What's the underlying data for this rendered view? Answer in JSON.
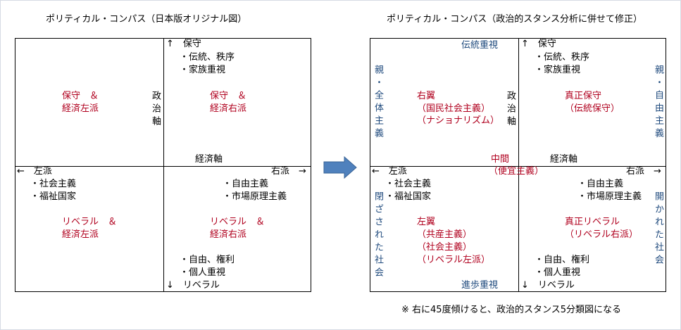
{
  "left": {
    "title": "ポリティカル・コンパス（日本版オリジナル図）",
    "political_axis": "政治軸",
    "economic_axis": "経済軸",
    "top_label": "↑　保守",
    "top_items": [
      "・伝統、秩序",
      "・家族重視"
    ],
    "bottom_items": [
      "・自由、権利",
      "・個人重視"
    ],
    "bottom_label": "↓　リベラル",
    "left_label": "←　左派",
    "right_label": "右派　→",
    "left_items": [
      "・社会主義",
      "・福祉国家"
    ],
    "right_items": [
      "・自由主義",
      "・市場原理主義"
    ],
    "quadrants": {
      "top_left": [
        "保守　＆",
        "経済左派"
      ],
      "top_right": [
        "保守　＆",
        "経済右派"
      ],
      "bottom_left": [
        "リベラル　＆",
        "経済左派"
      ],
      "bottom_right": [
        "リベラル　＆",
        "経済右派"
      ]
    }
  },
  "right": {
    "title": "ポリティカル・コンパス（政治的スタンス分析に併せて修正）",
    "tradition": "伝統重視",
    "progress": "進歩重視",
    "pro_totalitarian": "親・全体主義",
    "pro_liberal": "親・自由主義",
    "closed_society": "閉ざされた社会",
    "open_society": "開かれた社会",
    "center": "中間",
    "opportunism": "（便宜主義）",
    "quadrants": {
      "top_left": [
        "右翼",
        "（国民社会主義）",
        "（ナショナリズム）"
      ],
      "top_right": [
        "真正保守",
        "（伝統保守）"
      ],
      "bottom_left": [
        "左翼",
        "（共産主義）",
        "（社会主義）",
        "（リベラル左派）"
      ],
      "bottom_right": [
        "真正リベラル",
        "（リベラル右派）"
      ]
    }
  },
  "footnote": "※ 右に45度傾けると、政治的スタンス5分類図になる",
  "colors": {
    "quadrant_text": "#b0001e",
    "side_text": "#1f4a7d",
    "arrow": "#4f81bd"
  },
  "icons": {
    "transition": "right-arrow-icon"
  }
}
